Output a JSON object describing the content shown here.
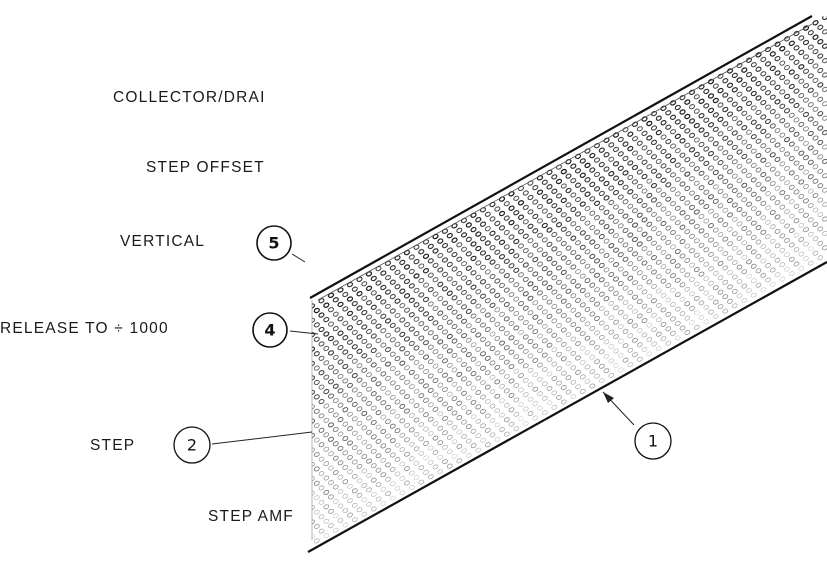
{
  "labels": {
    "collector_drain": "COLLECTOR/DRAI",
    "step_offset": "STEP OFFSET",
    "vertical": "VERTICAL",
    "release": "RELEASE TO ÷ 1000",
    "step": "STEP",
    "step_amp": "STEP AMF"
  },
  "callouts": {
    "c1": "1",
    "c2": "2",
    "c4": "4",
    "c5": "5"
  },
  "colors": {
    "ink": "#111111",
    "paper": "#ffffff"
  }
}
